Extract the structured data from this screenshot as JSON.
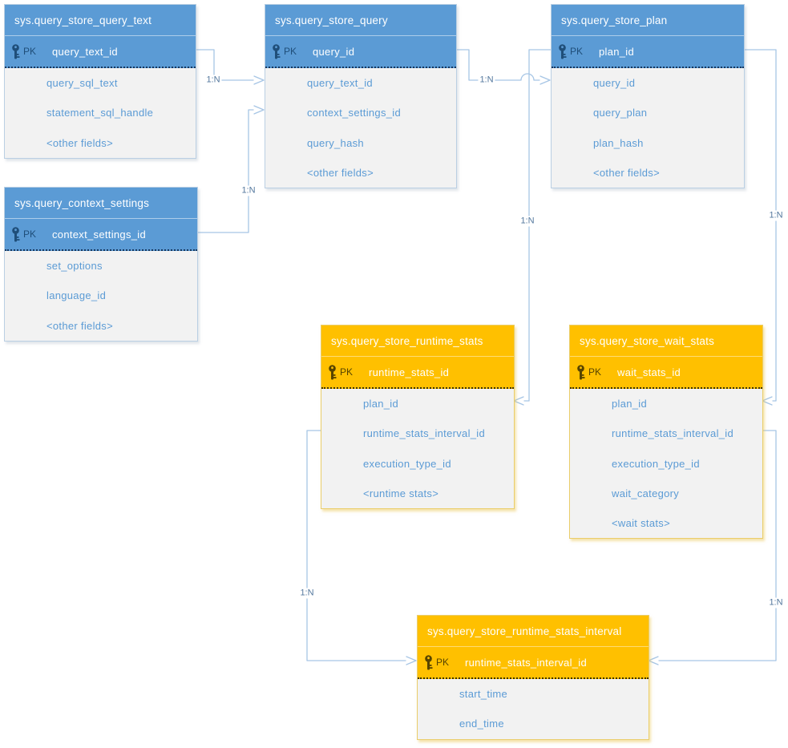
{
  "colors": {
    "blue_header": "#5B9BD5",
    "orange_header": "#FFC000",
    "body_background": "#F2F2F2",
    "field_text": "#5B9BD5",
    "connector_line": "#A6C5E5",
    "connector_label_text": "#54789E",
    "pk_icon_blue": "#1F4E79",
    "pk_icon_orange": "#574400"
  },
  "tables": [
    {
      "name": "sys.query_store_query_text",
      "theme": "blue",
      "pk_label": "PK",
      "pk_field": "query_text_id",
      "fields": [
        "query_sql_text",
        "statement_sql_handle",
        "<other fields>"
      ]
    },
    {
      "name": "sys.query_store_query",
      "theme": "blue",
      "pk_label": "PK",
      "pk_field": "query_id",
      "fields": [
        "query_text_id",
        "context_settings_id",
        "query_hash",
        "<other fields>"
      ]
    },
    {
      "name": "sys.query_store_plan",
      "theme": "blue",
      "pk_label": "PK",
      "pk_field": "plan_id",
      "fields": [
        "query_id",
        "query_plan",
        "plan_hash",
        "<other fields>"
      ]
    },
    {
      "name": "sys.query_context_settings",
      "theme": "blue",
      "pk_label": "PK",
      "pk_field": "context_settings_id",
      "fields": [
        "set_options",
        "language_id",
        "<other fields>"
      ]
    },
    {
      "name": "sys.query_store_runtime_stats",
      "theme": "orange",
      "pk_label": "PK",
      "pk_field": "runtime_stats_id",
      "fields": [
        "plan_id",
        "runtime_stats_interval_id",
        "execution_type_id",
        "<runtime stats>"
      ]
    },
    {
      "name": "sys.query_store_wait_stats",
      "theme": "orange",
      "pk_label": "PK",
      "pk_field": "wait_stats_id",
      "fields": [
        "plan_id",
        "runtime_stats_interval_id",
        "execution_type_id",
        "wait_category",
        "<wait stats>"
      ]
    },
    {
      "name": "sys.query_store_runtime_stats_interval",
      "theme": "orange",
      "pk_label": "PK",
      "pk_field": "runtime_stats_interval_id",
      "fields": [
        "start_time",
        "end_time"
      ]
    }
  ],
  "relationships": [
    {
      "label": "1:N",
      "from": "sys.query_store_query_text.query_text_id",
      "to": "sys.query_store_query.query_text_id"
    },
    {
      "label": "1:N",
      "from": "sys.query_context_settings.context_settings_id",
      "to": "sys.query_store_query.context_settings_id"
    },
    {
      "label": "1:N",
      "from": "sys.query_store_query.query_id",
      "to": "sys.query_store_plan.query_id"
    },
    {
      "label": "1:N",
      "from": "sys.query_store_plan.plan_id",
      "to": "sys.query_store_runtime_stats.plan_id"
    },
    {
      "label": "1:N",
      "from": "sys.query_store_plan.plan_id",
      "to": "sys.query_store_wait_stats.plan_id"
    },
    {
      "label": "1:N",
      "from": "sys.query_store_runtime_stats.runtime_stats_interval_id",
      "to": "sys.query_store_runtime_stats_interval.runtime_stats_interval_id"
    },
    {
      "label": "1:N",
      "from": "sys.query_store_wait_stats.runtime_stats_interval_id",
      "to": "sys.query_store_runtime_stats_interval.runtime_stats_interval_id"
    }
  ]
}
